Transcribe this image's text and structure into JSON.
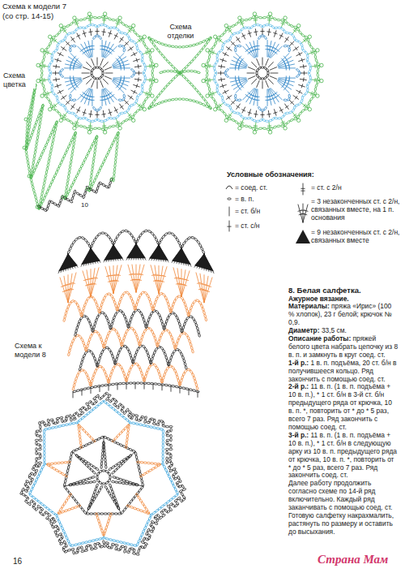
{
  "diagram": {
    "labels": [
      "Схема к модели 7",
      "(со стр. 14-15)",
      "Схема отделки",
      "Схема цветка",
      "10",
      "Условные обозначения:",
      "Схема к модели 8",
      "8. Белая салфетка.",
      "Ажурное вязание.",
      "Материалы:",
      "пряжа «Ирис» (100 % хлопок), 23 г белой; крючок № 0,9.",
      "Диаметр:",
      "33,5 см.",
      "Описание работы:",
      "пряжей белого цвета набрать цепочку из 8 в. п. и замкнуть в круг соед. ст.",
      "1-й р.:",
      "1 в. п. подъёма, 20 ст. б/н в получившееся кольцо. Ряд закончить с помощью соед. ст.",
      "2-й р.:",
      "11 в. п. (1 в. п. подъёма + 10 в. п.), * 1 ст. б/н в 3-й ст. б/н предыдущего ряда от крючка, 10 в. п. *, повторить от * до * 5 раз, всего 7 раз. Ряд закончить с помощью соед. ст.",
      "3-й р.:",
      "11 в. п. (1 в. п. подъёма + 10 в. п.), * 1 ст. б/н в следующую арку из 10 в. п. предыдущего ряда от крючка, 10 в. п. *, повторить от * до * 5 раз, всего 7 раз. Ряд закончить соед. ст.",
      "Далее работу продолжить согласно схеме по 14-й ряд включительно. Каждый ряд заканчивать с помощью соед. ст.",
      "Готовую салфетку накрахмалить, растянуть по размеру и оставить до высыхания.",
      "16",
      "Страна Мам"
    ],
    "legend": [
      {
        "text": "= соед. ст."
      },
      {
        "text": "= в. п."
      },
      {
        "text": "= ст. б/н"
      },
      {
        "text": "= ст. с/н"
      },
      {
        "text": "= ст. с 2/н"
      },
      {
        "text": "= 3 незаконченных ст. с 2/н, связанных вместе, на 1 п. основания"
      },
      {
        "text": "= 9 незаконченных ст. с 2/н, связанных вместе"
      }
    ]
  }
}
